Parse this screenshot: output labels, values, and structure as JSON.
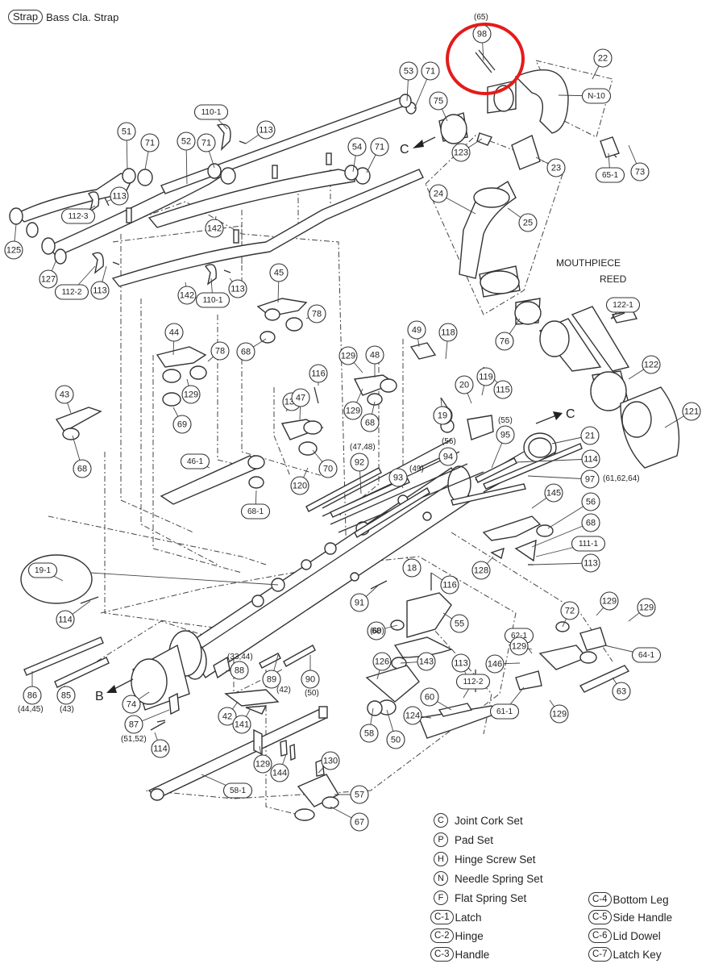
{
  "header": {
    "code": "Strap",
    "title": "Bass Cla. Strap"
  },
  "highlight_color": "#e41b1b",
  "callouts": [
    {
      "label": "98"
    },
    {
      "label": "22"
    },
    {
      "label": "N-10"
    },
    {
      "label": "53"
    },
    {
      "label": "71"
    },
    {
      "label": "75"
    },
    {
      "label": "51"
    },
    {
      "label": "71"
    },
    {
      "label": "52"
    },
    {
      "label": "71"
    },
    {
      "label": "54"
    },
    {
      "label": "71"
    },
    {
      "label": "110-1"
    },
    {
      "label": "113"
    },
    {
      "label": "113"
    },
    {
      "label": "112-3"
    },
    {
      "label": "125"
    },
    {
      "label": "142"
    },
    {
      "label": "127"
    },
    {
      "label": "112-2"
    },
    {
      "label": "113"
    },
    {
      "label": "142"
    },
    {
      "label": "110-1"
    },
    {
      "label": "113"
    },
    {
      "label": "123"
    },
    {
      "label": "23"
    },
    {
      "label": "65-1"
    },
    {
      "label": "73"
    },
    {
      "label": "24"
    },
    {
      "label": "25"
    },
    {
      "label": "76"
    },
    {
      "label": "122-1"
    },
    {
      "label": "122"
    },
    {
      "label": "121"
    },
    {
      "label": "45"
    },
    {
      "label": "78"
    },
    {
      "label": "68"
    },
    {
      "label": "44"
    },
    {
      "label": "78"
    },
    {
      "label": "129"
    },
    {
      "label": "69"
    },
    {
      "label": "43"
    },
    {
      "label": "68"
    },
    {
      "label": "49"
    },
    {
      "label": "118"
    },
    {
      "label": "129"
    },
    {
      "label": "48"
    },
    {
      "label": "116"
    },
    {
      "label": "129"
    },
    {
      "label": "68"
    },
    {
      "label": "130"
    },
    {
      "label": "47"
    },
    {
      "label": "70"
    },
    {
      "label": "120"
    },
    {
      "label": "46-1"
    },
    {
      "label": "68-1"
    },
    {
      "label": "20"
    },
    {
      "label": "119"
    },
    {
      "label": "115"
    },
    {
      "label": "115"
    },
    {
      "label": "19"
    },
    {
      "label": "92"
    },
    {
      "label": "94"
    },
    {
      "label": "95"
    },
    {
      "label": "21"
    },
    {
      "label": "93"
    },
    {
      "label": "114"
    },
    {
      "label": "97"
    },
    {
      "label": "145"
    },
    {
      "label": "56"
    },
    {
      "label": "68"
    },
    {
      "label": "111-1"
    },
    {
      "label": "113"
    },
    {
      "label": "128"
    },
    {
      "label": "18"
    },
    {
      "label": "19-1"
    },
    {
      "label": "114"
    },
    {
      "label": "116"
    },
    {
      "label": "91"
    },
    {
      "label": "68"
    },
    {
      "label": "55"
    },
    {
      "label": "72"
    },
    {
      "label": "129"
    },
    {
      "label": "129"
    },
    {
      "label": "64-1"
    },
    {
      "label": "62-1"
    },
    {
      "label": "129"
    },
    {
      "label": "146"
    },
    {
      "label": "63"
    },
    {
      "label": "61-1"
    },
    {
      "label": "129"
    },
    {
      "label": "86"
    },
    {
      "label": "85"
    },
    {
      "label": "88"
    },
    {
      "label": "89"
    },
    {
      "label": "90"
    },
    {
      "label": "143"
    },
    {
      "label": "126"
    },
    {
      "label": "113"
    },
    {
      "label": "112-2"
    },
    {
      "label": "74"
    },
    {
      "label": "60"
    },
    {
      "label": "124"
    },
    {
      "label": "42"
    },
    {
      "label": "141"
    },
    {
      "label": "87"
    },
    {
      "label": "58"
    },
    {
      "label": "50"
    },
    {
      "label": "114"
    },
    {
      "label": "129"
    },
    {
      "label": "144"
    },
    {
      "label": "130"
    },
    {
      "label": "58-1"
    },
    {
      "label": "57"
    },
    {
      "label": "67"
    }
  ],
  "notes": [
    {
      "text": "(65)"
    },
    {
      "text": "(55)"
    },
    {
      "text": "(56)"
    },
    {
      "text": "(47,48)"
    },
    {
      "text": "(49)"
    },
    {
      "text": "(61,62,64)"
    },
    {
      "text": "(60)"
    },
    {
      "text": "(33,44)"
    },
    {
      "text": "(42)"
    },
    {
      "text": "(50)"
    },
    {
      "text": "(44,45)"
    },
    {
      "text": "(43)"
    },
    {
      "text": "(51,52)"
    }
  ],
  "labels": {
    "mouthpiece": "MOUTHPIECE",
    "reed": "REED",
    "arrow_c1": "C",
    "arrow_c2": "C",
    "arrow_b": "B"
  },
  "legend": [
    {
      "code": "C",
      "text": "Joint Cork Set"
    },
    {
      "code": "P",
      "text": "Pad Set"
    },
    {
      "code": "H",
      "text": "Hinge Screw Set"
    },
    {
      "code": "N",
      "text": "Needle Spring Set"
    },
    {
      "code": "F",
      "text": "Flat Spring Set"
    },
    {
      "code": "C-1",
      "text": "Latch"
    },
    {
      "code": "C-2",
      "text": "Hinge"
    },
    {
      "code": "C-3",
      "text": "Handle"
    },
    {
      "code": "C-4",
      "text": "Bottom Leg"
    },
    {
      "code": "C-5",
      "text": "Side Handle"
    },
    {
      "code": "C-6",
      "text": "Lid Dowel"
    },
    {
      "code": "C-7",
      "text": "Latch Key"
    }
  ]
}
